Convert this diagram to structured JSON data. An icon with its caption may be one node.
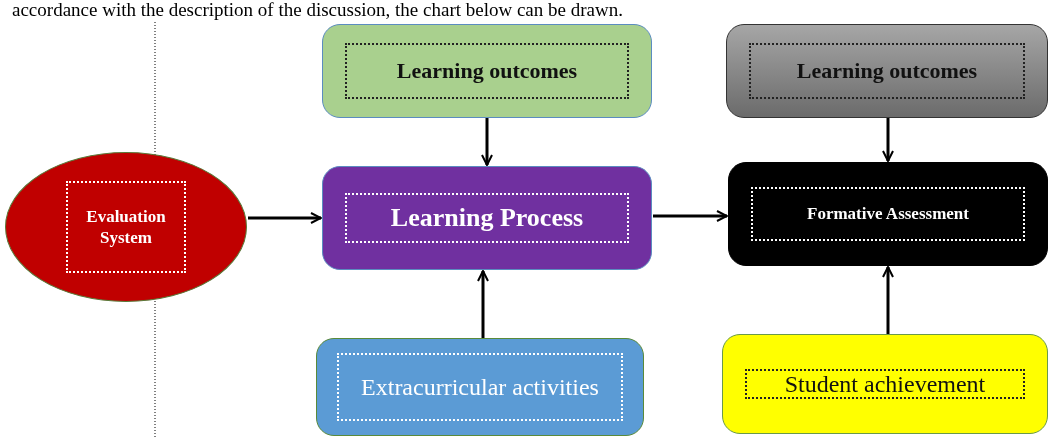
{
  "diagram": {
    "nodes": [
      {
        "text": [
          "Evaluation System"
        ]
      },
      {
        "text": [
          "Learning outcomes"
        ]
      },
      {
        "text": [
          "Learning outcomes"
        ]
      },
      {
        "text": [
          "Learning Process"
        ]
      },
      {
        "text": [
          "Formative Assessment"
        ]
      },
      {
        "text": [
          "Extracurricular activities"
        ]
      },
      {
        "text": [
          "Student achievement"
        ]
      }
    ],
    "edges": [
      {
        "from": 0,
        "to": 3,
        "arrow": "to"
      },
      {
        "from": 1,
        "to": 3,
        "arrow": "to"
      },
      {
        "from": 5,
        "to": 3,
        "arrow": "to"
      },
      {
        "from": 3,
        "to": 4,
        "arrow": "to"
      },
      {
        "from": 2,
        "to": 4,
        "arrow": "to"
      },
      {
        "from": 6,
        "to": 4,
        "arrow": "to"
      }
    ],
    "labels": [
      "accordance with the description of the discussion, the chart below can be drawn."
    ]
  }
}
